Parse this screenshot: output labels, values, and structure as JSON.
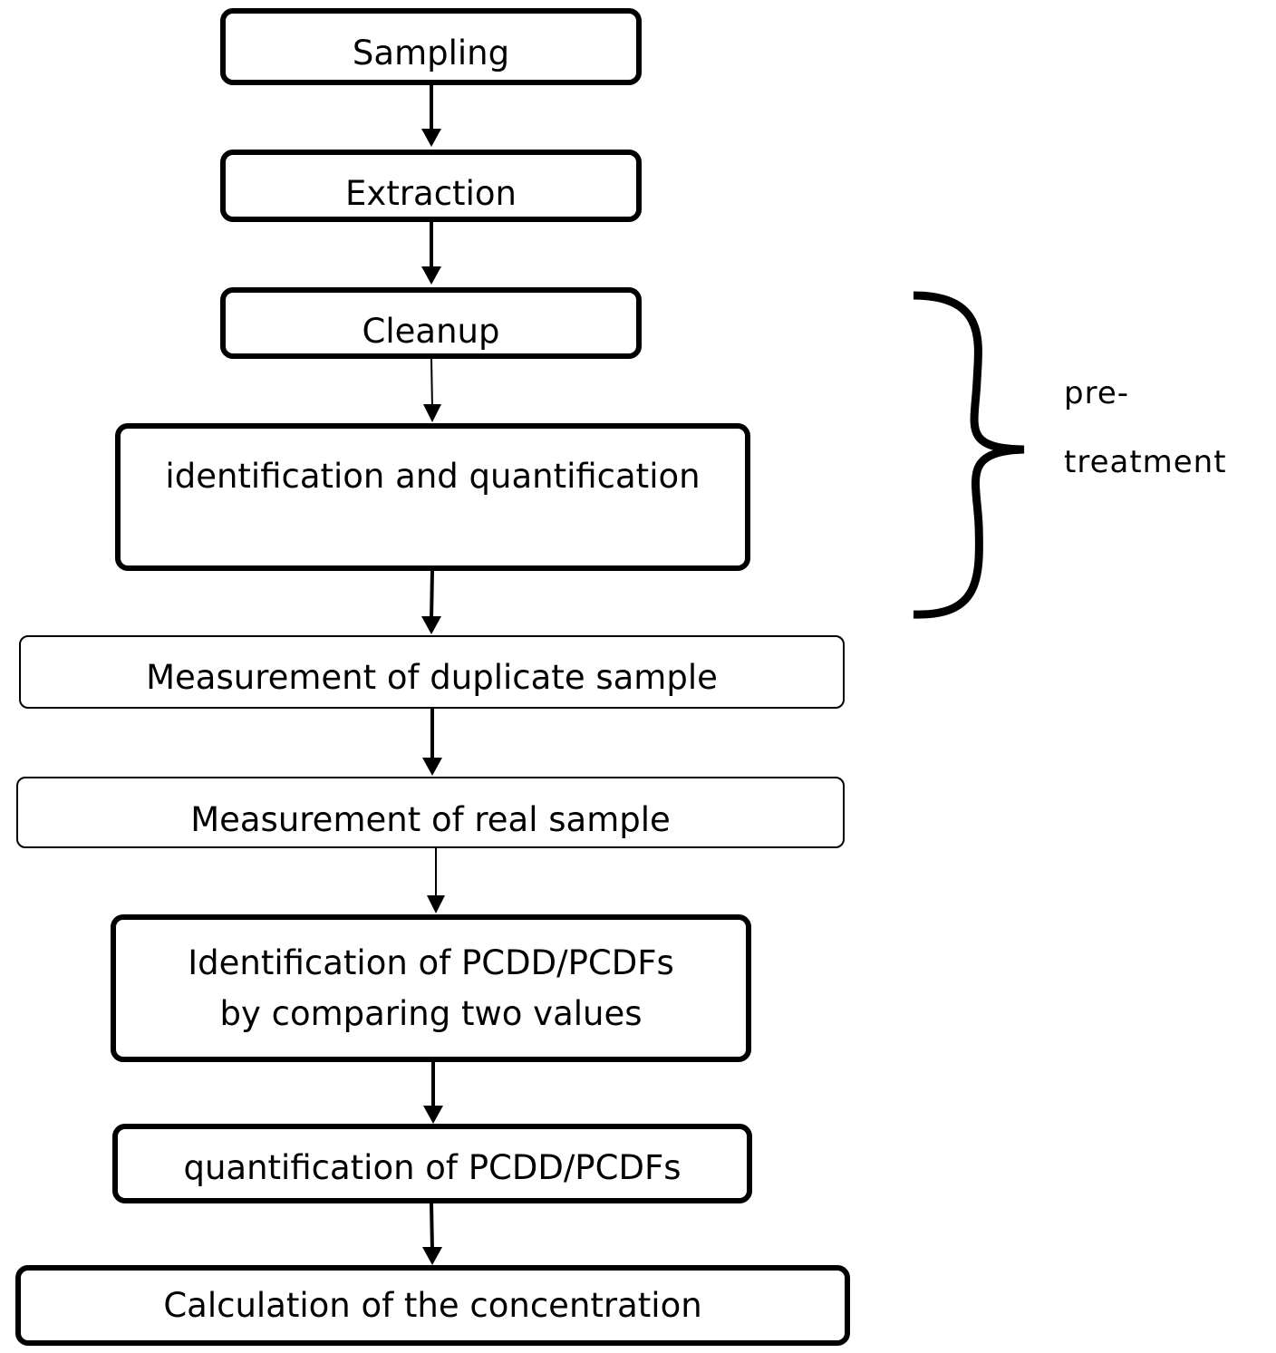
{
  "steps": [
    "Sampling",
    "Extraction",
    "Cleanup",
    "identification and quantification",
    "Measurement of duplicate sample",
    "Measurement of real sample",
    "Identification of PCDD/PCDFs by comparing two values",
    "quantification of PCDD/PCDFs",
    "Calculation of the concentration"
  ],
  "brace_label": {
    "line1": "pre-",
    "line2": "treatment"
  }
}
